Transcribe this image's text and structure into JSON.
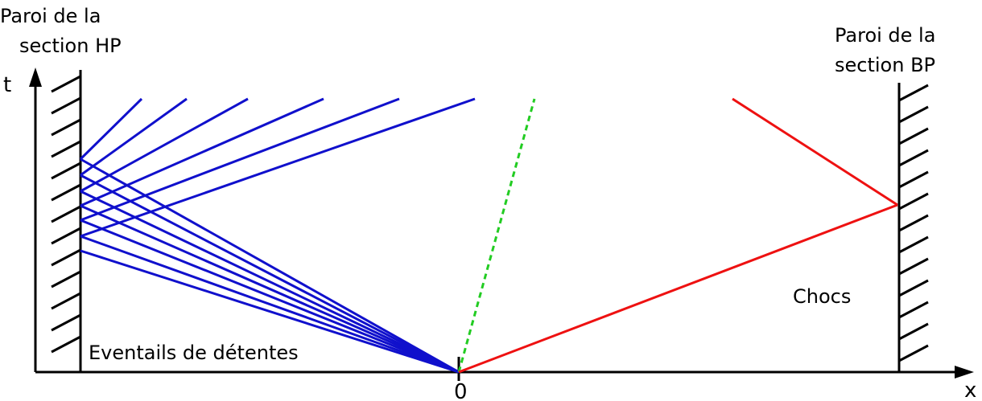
{
  "labels": {
    "left_wall_line1": "Paroi de la",
    "left_wall_line2": "section HP",
    "right_wall_line1": "Paroi de la",
    "right_wall_line2": "section BP",
    "t_axis": "t",
    "x_axis": "x",
    "origin": "0",
    "expansion_fans": "Eventails de détentes",
    "shocks": "Chocs"
  },
  "colors": {
    "expansion": "#1010cc",
    "contact": "#22cc22",
    "shock": "#ee1111",
    "axis": "#000000"
  },
  "icons": {
    "wall_hatch": "hatch-lines",
    "arrow_head": "arrow-icon"
  }
}
